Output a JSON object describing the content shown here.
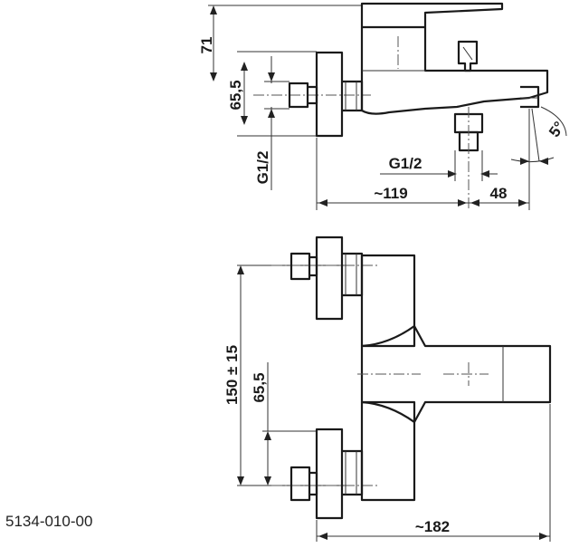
{
  "drawing": {
    "model_number": "5134-010-00",
    "side_view": {
      "dim_height_top": "71",
      "dim_axis_spacing": "65,5",
      "dim_connection": "G1/2",
      "dim_outlet_thread": "G1/2",
      "dim_depth": "~119",
      "dim_spout_offset": "48",
      "dim_angle": "5°"
    },
    "top_view": {
      "dim_spacing": "150 ± 15",
      "dim_axis_spacing": "65,5",
      "dim_length": "~182"
    }
  }
}
